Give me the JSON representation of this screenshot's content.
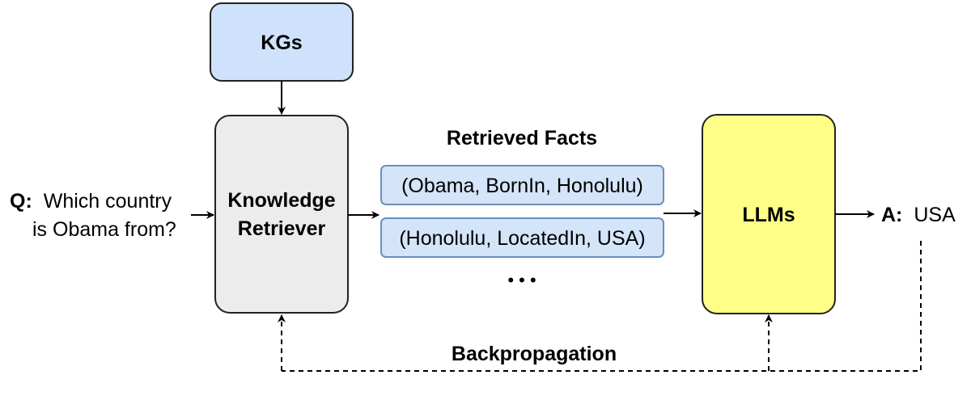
{
  "nodes": {
    "kgs": {
      "label": "KGs"
    },
    "retriever": {
      "line1": "Knowledge",
      "line2": "Retriever"
    },
    "llms": {
      "label": "LLMs"
    }
  },
  "question": {
    "prefix": "Q:",
    "line1": "Which country",
    "line2": "is Obama from?"
  },
  "facts": {
    "heading": "Retrieved Facts",
    "items": [
      "(Obama, BornIn, Honolulu)",
      "(Honolulu, LocatedIn, USA)"
    ],
    "ellipsis": "• • •"
  },
  "answer": {
    "prefix": "A:",
    "value": "USA"
  },
  "edges": {
    "backprop_label": "Backpropagation"
  },
  "colors": {
    "kgs_fill": "#cfe2fb",
    "retriever_fill": "#ececec",
    "fact_fill": "#d4e4f9",
    "fact_stroke": "#6c8ebf",
    "llms_fill": "#ffff88"
  }
}
